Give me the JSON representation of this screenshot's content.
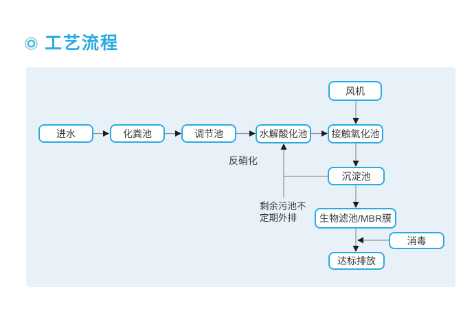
{
  "header": {
    "title": "工艺流程",
    "bullet_icon": "double-circle-icon"
  },
  "colors": {
    "accent": "#29abe2",
    "title_text": "#29a9e1",
    "panel_background": "#e9f1f8",
    "connector_line": "#8f9499",
    "arrowhead": "#1c1c1c",
    "node_text": "#3a3a3a",
    "node_background": "#ffffff"
  },
  "diagram": {
    "nodes": [
      {
        "id": "inlet",
        "label": "进水"
      },
      {
        "id": "septic-tank",
        "label": "化粪池"
      },
      {
        "id": "regulating-tank",
        "label": "调节池"
      },
      {
        "id": "hydrolysis-acidification-tank",
        "label": "水解酸化池"
      },
      {
        "id": "contact-oxidation-tank",
        "label": "接触氧化池"
      },
      {
        "id": "fan",
        "label": "风机"
      },
      {
        "id": "sedimentation-tank",
        "label": "沉淀池"
      },
      {
        "id": "biofilter-mbr-membrane",
        "label": "生物滤池/MBR膜"
      },
      {
        "id": "disinfection",
        "label": "消毒"
      },
      {
        "id": "standard-discharge",
        "label": "达标排放"
      }
    ],
    "annotations": {
      "denitrification": "反硝化",
      "sludge_note_line1": "剩余污池不",
      "sludge_note_line2": "定期外排"
    }
  }
}
